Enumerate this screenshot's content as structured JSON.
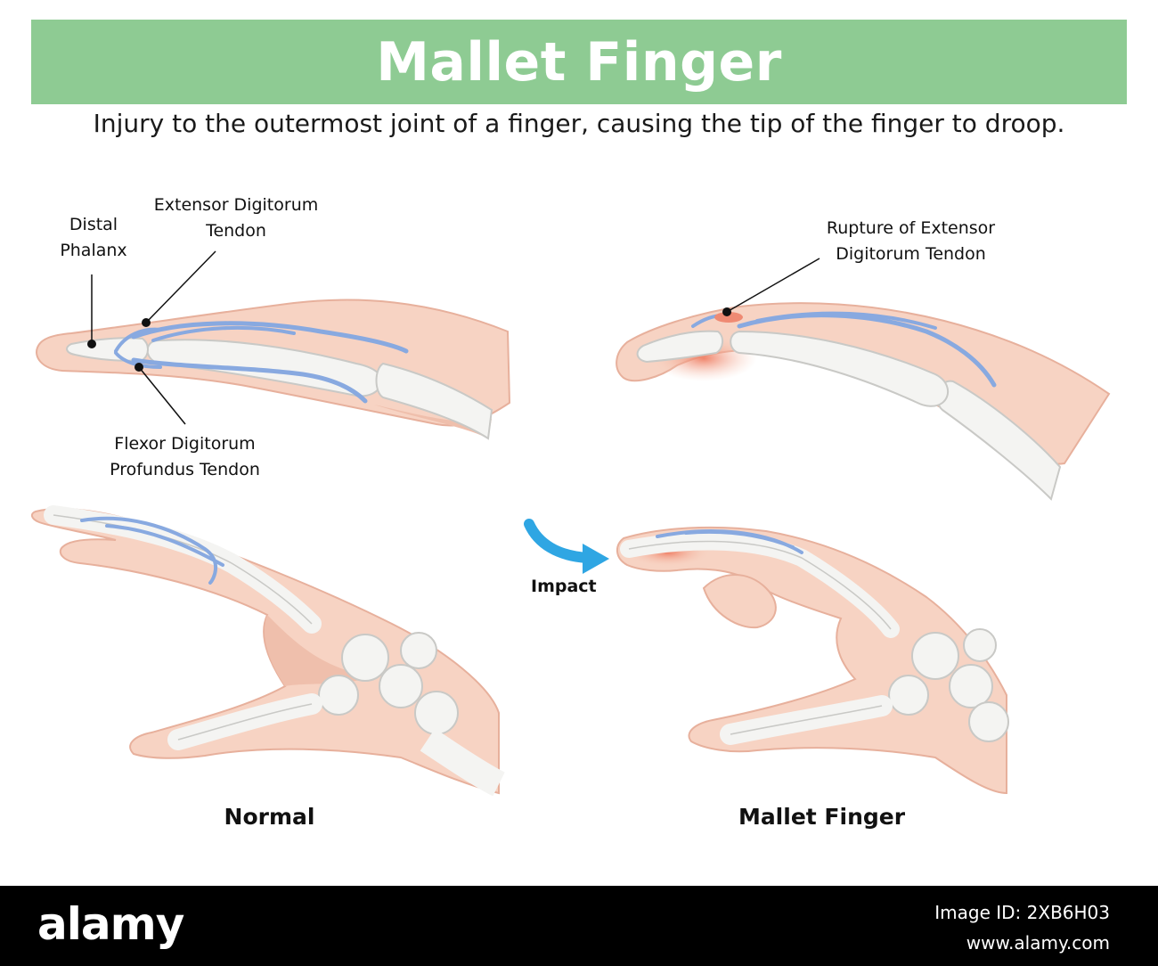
{
  "header": {
    "title": "Mallet Finger",
    "subtitle": "Injury to the outermost joint of a finger, causing the tip of the finger to droop."
  },
  "labels": {
    "distal_phalanx": "Distal\nPhalanx",
    "extensor_tendon": "Extensor Digitorum\nTendon",
    "flexor_tendon": "Flexor Digitorum\nProfundus Tendon",
    "rupture": "Rupture of Extensor\nDigitorum Tendon",
    "impact": "Impact"
  },
  "captions": {
    "normal": "Normal",
    "mallet": "Mallet Finger"
  },
  "footer": {
    "brand": "alamy",
    "image_id": "Image ID: 2XB6H03",
    "site": "www.alamy.com"
  },
  "colors": {
    "banner": "#8ecb93",
    "skin": "#f7d3c3",
    "skin_dark": "#efbfac",
    "bone": "#f4f4f2",
    "tendon": "#88a9e0",
    "injury": "#ef8a73",
    "arrow": "#2fa6e3"
  }
}
